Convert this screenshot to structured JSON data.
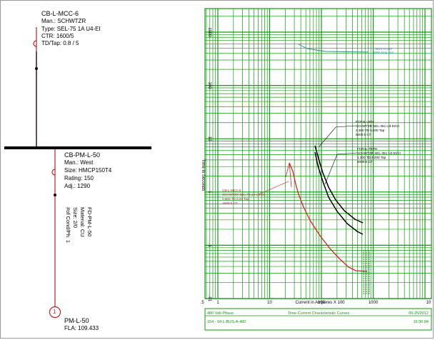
{
  "one_line": {
    "breaker_top": {
      "name": "CB-L-MCC-6",
      "manufacturer": "Man.: SCHWTZR",
      "type": "Type: SEL-75 1A U4-EI",
      "ctr": "CTR: 1600/5",
      "td_tap": "TD/Tap: 0.8 / 5"
    },
    "breaker_bottom": {
      "name": "CB-PM-L-50",
      "manufacturer": "Man.: West",
      "size": "Size: HMCP150T4",
      "rating": "Rating: 150",
      "adj": "Adj.: 1290"
    },
    "feeder": {
      "name": "FD-PM-L-50",
      "material": "Material: CU",
      "size": "Size: 2/0",
      "conductors": "#of Cond/Ph: 1"
    },
    "load": {
      "number": "1",
      "name": "PM-L-50",
      "fla": "FLA: 109.433"
    }
  },
  "tcc": {
    "y_axis_title": "Time in Seconds",
    "x_axis_title": "Current in Amperes X 100",
    "y_ticks": [
      "1000",
      "100",
      "10",
      "1",
      ".1",
      ".01"
    ],
    "x_ticks": [
      ".5",
      "1",
      "10",
      "100",
      "1000",
      "10"
    ],
    "grid_color": "#119a11",
    "bus_label": [
      "L-BUS-A-480",
      "4000 Amp Bus"
    ],
    "curve_labels": {
      "red": [
        "CB-L-MCC-6",
        "SCHWTZR SEL-75 1A U4-EI",
        "0.800 TD 5.00 Tap",
        "1600:5 CT"
      ],
      "black_upper": [
        "FCR4L-APH",
        "SCHWTZR SEL-351 U3-EI/VI",
        "2.300 TD 5.000 Tap",
        "5000:5 CT"
      ],
      "black_lower": [
        "FCR4L-TEPH",
        "SCHWTZR SEL-351 U3-EI/VI",
        "1.200 TD 4.000 Tap",
        "5000:5 CT"
      ]
    },
    "footer": {
      "phase": "480 Volt Phase",
      "title": "Time-Current Characteristic Curves",
      "date": "05-25/2012",
      "project": "154 - 04 L-BUS-A-480",
      "time": "16:36:04"
    },
    "colors": {
      "red_curve": "#e02020",
      "black_curve": "#000000",
      "bus_curve": "#2a8a8a",
      "red_label": "#d01818"
    }
  }
}
